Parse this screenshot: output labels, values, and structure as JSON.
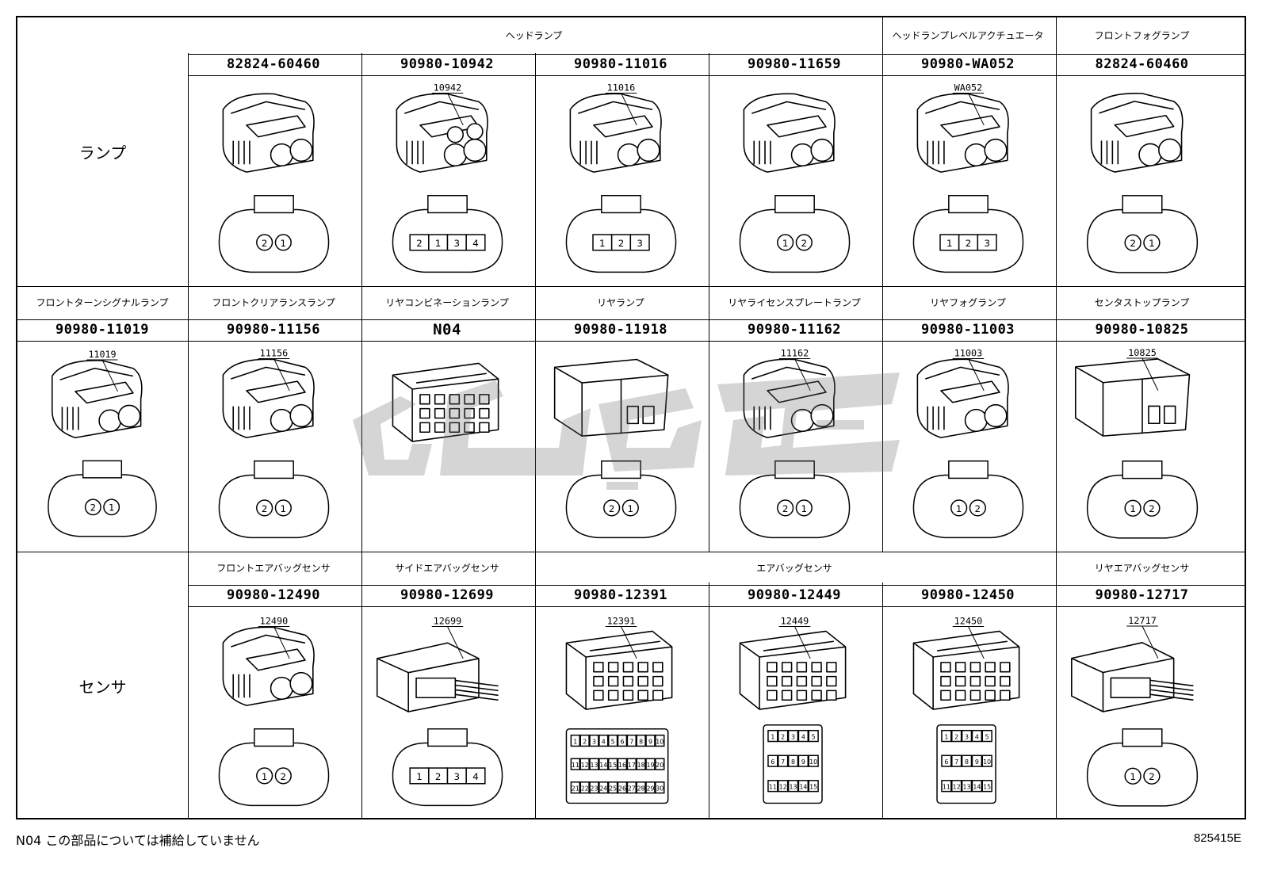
{
  "categories": {
    "lamp": "ランプ",
    "sensor": "センサ"
  },
  "row1": {
    "groups": [
      "ヘッドランプ",
      "ヘッドランプレベルアクチュエータ",
      "フロントフォグランプ"
    ],
    "parts": [
      {
        "no": "82824-60460",
        "tag": "",
        "front": [
          "2",
          "1"
        ]
      },
      {
        "no": "90980-10942",
        "tag": "10942",
        "front": [
          "2",
          "1",
          "3",
          "4"
        ]
      },
      {
        "no": "90980-11016",
        "tag": "11016",
        "front": [
          "1",
          "2",
          "3"
        ]
      },
      {
        "no": "90980-11659",
        "tag": "",
        "front": [
          "1",
          "2"
        ]
      },
      {
        "no": "90980-WA052",
        "tag": "WA052",
        "front": [
          "1",
          "2",
          "3"
        ]
      },
      {
        "no": "82824-60460",
        "tag": "",
        "front": [
          "2",
          "1"
        ]
      }
    ]
  },
  "row2": {
    "names": [
      "フロントターンシグナルランプ",
      "フロントクリアランスランプ",
      "リヤコンビネーションランプ",
      "リヤランプ",
      "リヤライセンスプレートランプ",
      "リヤフォグランプ",
      "センタストップランプ"
    ],
    "parts": [
      {
        "no": "90980-11019",
        "tag": "11019",
        "front": [
          "2",
          "1"
        ]
      },
      {
        "no": "90980-11156",
        "tag": "11156",
        "front": [
          "2",
          "1"
        ]
      },
      {
        "no": "N04",
        "tag": "",
        "front": []
      },
      {
        "no": "90980-11918",
        "tag": "",
        "front": [
          "2",
          "1"
        ]
      },
      {
        "no": "90980-11162",
        "tag": "11162",
        "front": [
          "2",
          "1"
        ]
      },
      {
        "no": "90980-11003",
        "tag": "11003",
        "front": [
          "1",
          "2"
        ]
      },
      {
        "no": "90980-10825",
        "tag": "10825",
        "front": [
          "1",
          "2"
        ]
      }
    ]
  },
  "row3": {
    "groups": [
      "フロントエアバッグセンサ",
      "サイドエアバッグセンサ",
      "エアバッグセンサ",
      "リヤエアバッグセンサ"
    ],
    "parts": [
      {
        "no": "90980-12490",
        "tag": "12490",
        "front": [
          "1",
          "2"
        ]
      },
      {
        "no": "90980-12699",
        "tag": "12699",
        "front": [
          "1",
          "2",
          "3",
          "4"
        ]
      },
      {
        "no": "90980-12391",
        "tag": "12391",
        "front": []
      },
      {
        "no": "90980-12449",
        "tag": "12449",
        "front": []
      },
      {
        "no": "90980-12450",
        "tag": "12450",
        "front": []
      },
      {
        "no": "90980-12717",
        "tag": "12717",
        "front": [
          "1",
          "2"
        ]
      }
    ]
  },
  "footer": {
    "note": "N04 この部品については補給していません",
    "code": "825415E"
  }
}
